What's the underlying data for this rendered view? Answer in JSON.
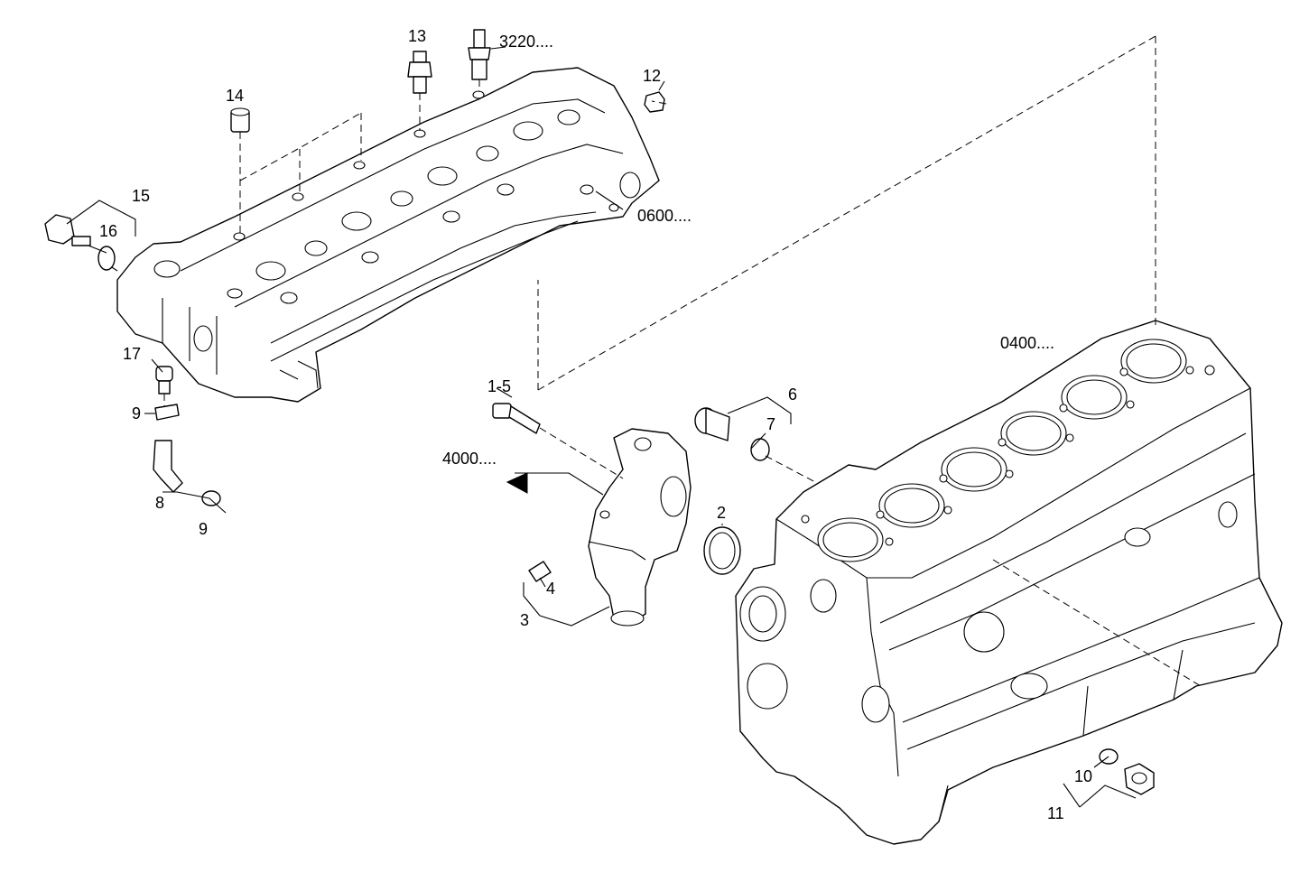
{
  "labels": {
    "l13": "13",
    "l3220": "3220....",
    "l12": "12",
    "l14": "14",
    "l15": "15",
    "l16": "16",
    "l0600": "0600....",
    "l0400": "0400....",
    "l17": "17",
    "l9a": "9",
    "l8": "8",
    "l9b": "9",
    "l15b": "1-5",
    "l6": "6",
    "l7": "7",
    "l4000": "4000....",
    "l2": "2",
    "l4": "4",
    "l3": "3",
    "l10": "10",
    "l11": "11"
  }
}
